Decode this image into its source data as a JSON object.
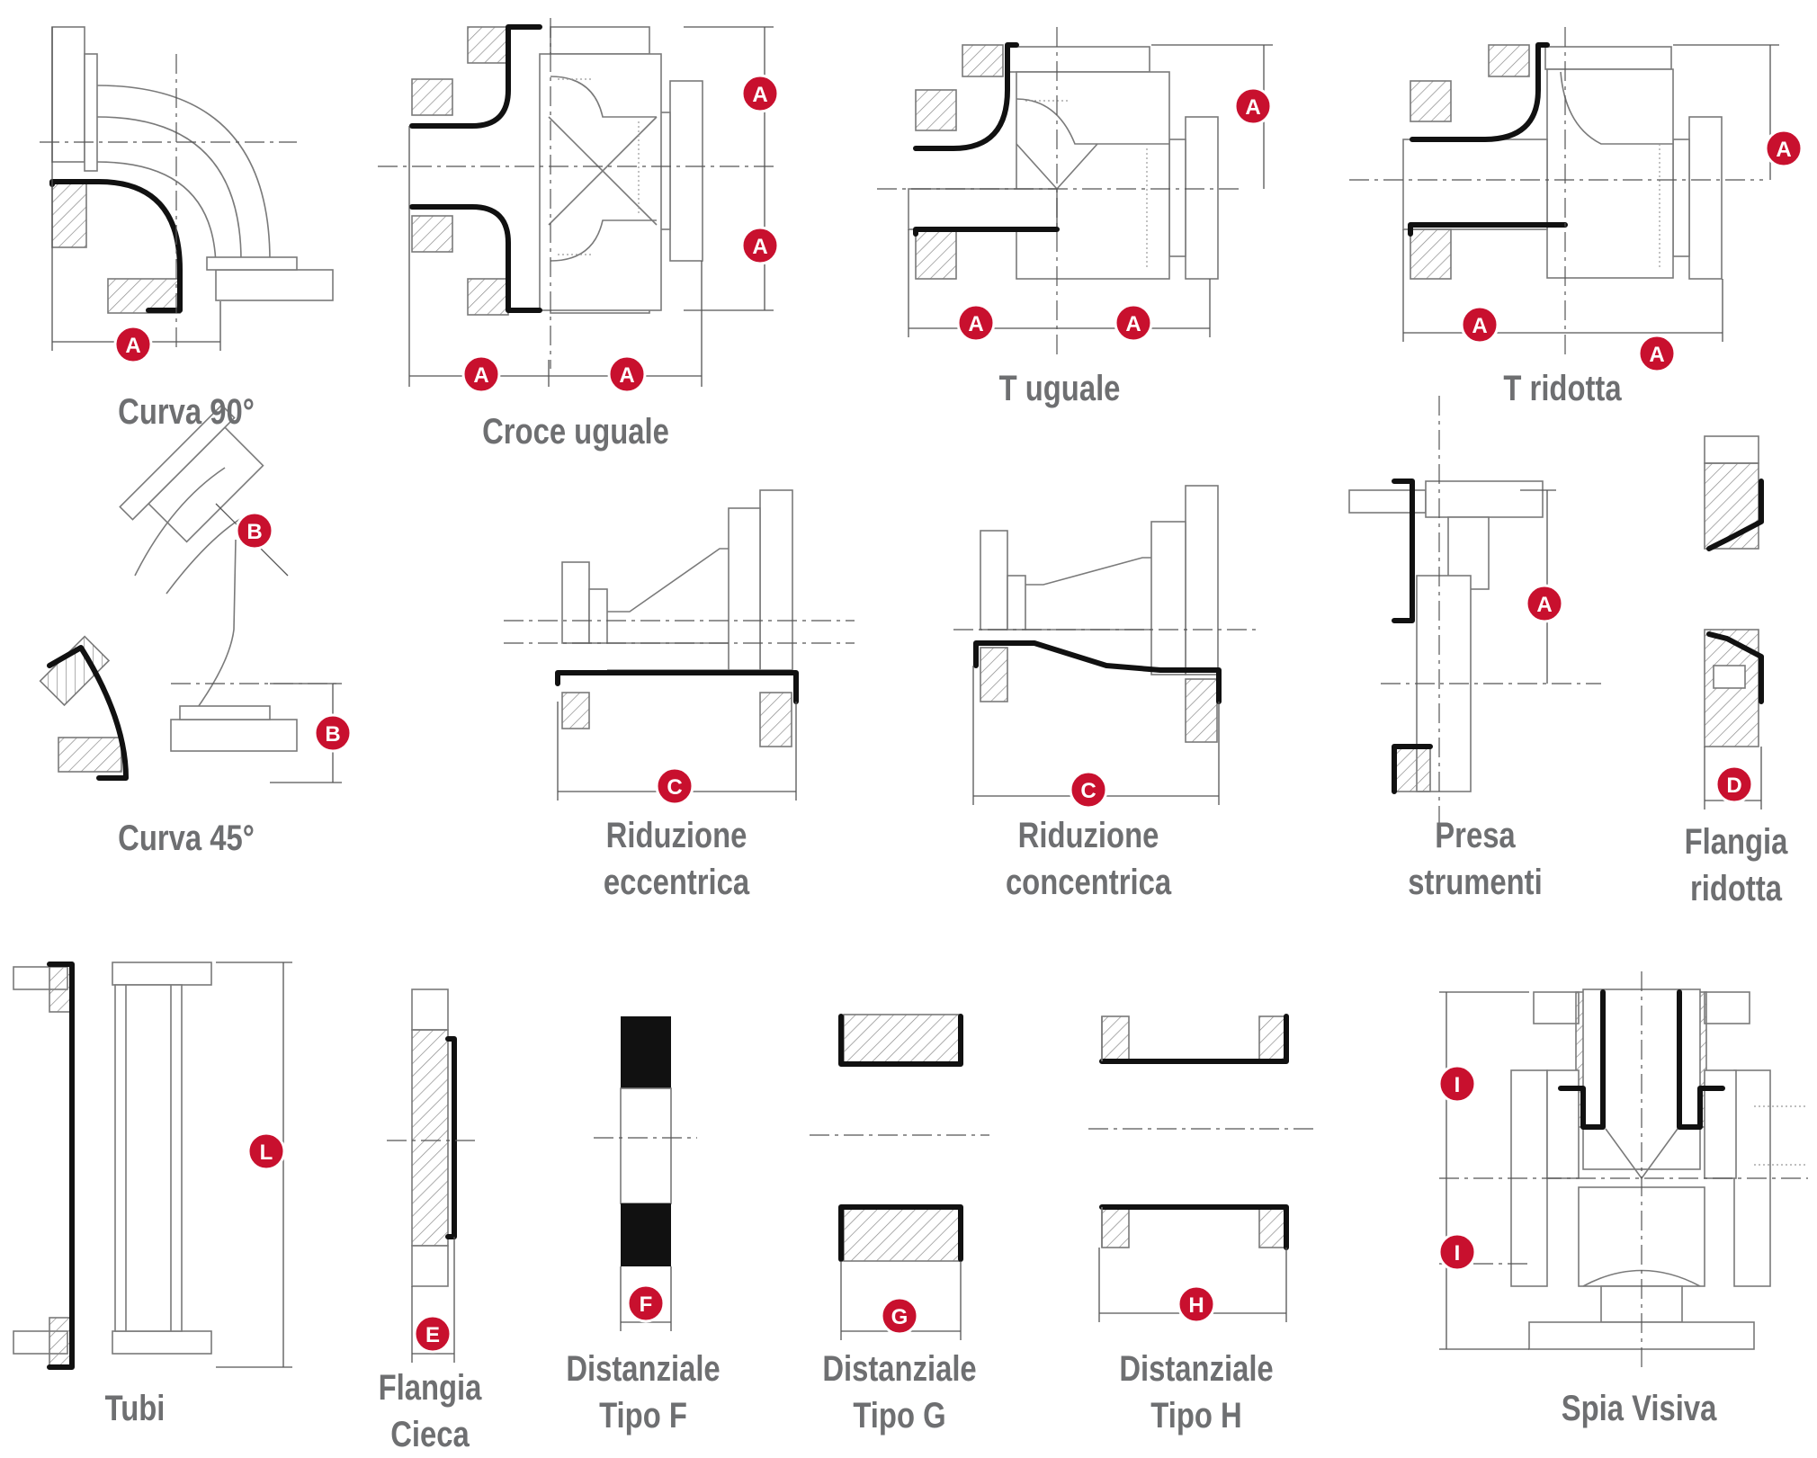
{
  "colors": {
    "line": "#7a7a7a",
    "thick": "#111111",
    "badge": "#c8102e",
    "caption": "#6e6f71"
  },
  "captions": {
    "curva90": "Curva 90°",
    "croce": "Croce uguale",
    "tuguale": "T uguale",
    "tridotta": "T ridotta",
    "curva45": "Curva 45°",
    "rid_ecc_1": "Riduzione",
    "rid_ecc_2": "eccentrica",
    "rid_conc_1": "Riduzione",
    "rid_conc_2": "concentrica",
    "presa_1": "Presa",
    "presa_2": "strumenti",
    "flangia_rid_1": "Flangia",
    "flangia_rid_2": "ridotta",
    "tubi": "Tubi",
    "flangia_cieca_1": "Flangia",
    "flangia_cieca_2": "Cieca",
    "dist_f_1": "Distanziale",
    "dist_f_2": "Tipo F",
    "dist_g_1": "Distanziale",
    "dist_g_2": "Tipo G",
    "dist_h_1": "Distanziale",
    "dist_h_2": "Tipo H",
    "spia": "Spia Visiva"
  },
  "badges": {
    "a": "A",
    "b": "B",
    "c": "C",
    "d": "D",
    "e": "E",
    "f": "F",
    "g": "G",
    "h": "H",
    "i": "I",
    "l": "L"
  }
}
